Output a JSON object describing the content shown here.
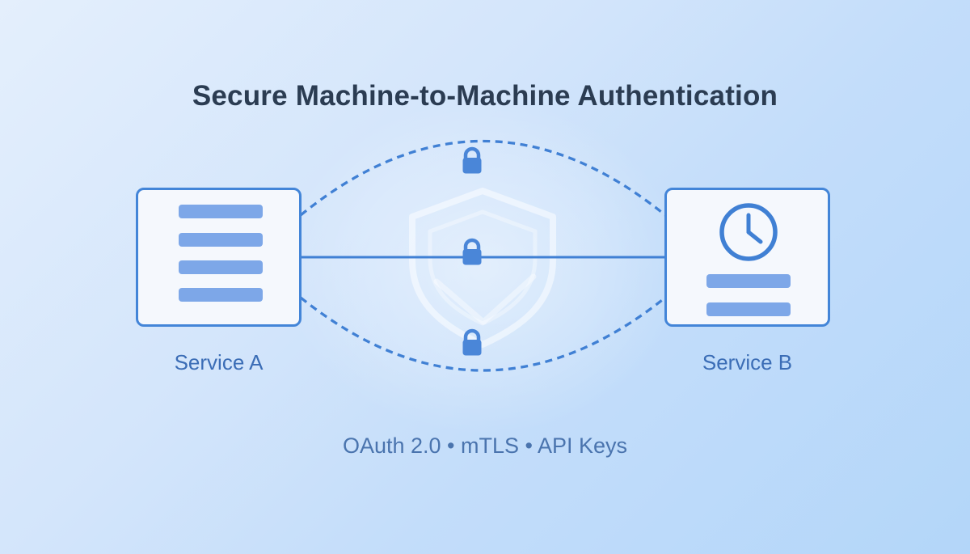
{
  "title": "Secure Machine-to-Machine Authentication",
  "subtitle": "OAuth 2.0 • mTLS • API Keys",
  "services": {
    "a": {
      "label": "Service A",
      "icon": "text-lines-icon"
    },
    "b": {
      "label": "Service B",
      "icon": "clock-icon"
    }
  },
  "connections": [
    {
      "position": "top",
      "style": "dashed-arc",
      "icon": "lock-icon"
    },
    {
      "position": "middle",
      "style": "solid-line",
      "icon": "lock-icon"
    },
    {
      "position": "bottom",
      "style": "dashed-arc",
      "icon": "lock-icon"
    }
  ],
  "watermark": "shield-check-icon",
  "colors": {
    "accent_line": "#4080d4",
    "lock_fill": "#4a86d8",
    "bar_fill": "#7da7e8",
    "box_fill": "#f5f8fd",
    "box_border": "#4385d8",
    "title_text": "#2b3c52",
    "label_text": "#3b6db6",
    "subtitle_text": "#4a74ae",
    "background_start": "#e4effc",
    "background_end": "#b3d6f9"
  }
}
